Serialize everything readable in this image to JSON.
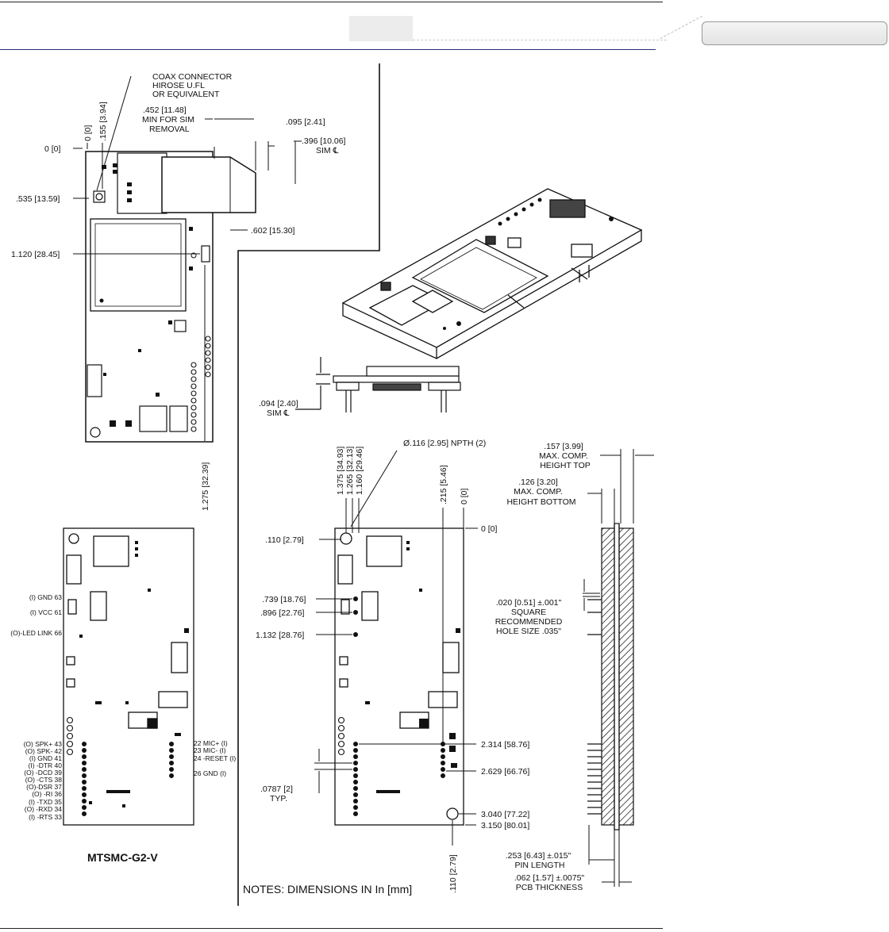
{
  "drawing": {
    "title": "MTSMC-G2-V",
    "notes": "NOTES: DIMENSIONS IN In [mm]",
    "coax_label": [
      "COAX CONNECTOR",
      "HIROSE U.FL",
      "OR EQUIVALENT"
    ],
    "sim_removal": [
      ".452 [11.48]",
      "MIN FOR SIM",
      "REMOVAL"
    ],
    "top_view": {
      "dim_0_left": "0 [0]",
      "dim_535": ".535 [13.59]",
      "dim_1120": "1.120 [28.45]",
      "dim_0_vert": "0 [0]",
      "dim_155": ".155 [3.94]",
      "dim_095": ".095 [2.41]",
      "dim_396": ".396 [10.06]",
      "sim_cl_1": "SIM ℄",
      "dim_602": ".602 [15.30]",
      "dim_1275": "1.275 [32.39]"
    },
    "side_view": {
      "dim_094": ".094 [2.40]",
      "sim_cl_2": "SIM ℄"
    },
    "bottom_view": {
      "npth": "Ø.116 [2.95] NPTH (2)",
      "top_dims": [
        "1.375 [34.93]",
        "1.265 [32.13]",
        "1.160 [29.46]",
        ".215 [5.46]",
        "0 [0]"
      ],
      "dim_0_right": "0 [0]",
      "dim_110": ".110 [2.79]",
      "dim_739": ".739 [18.76]",
      "dim_896": ".896 [22.76]",
      "dim_1132": "1.132 [28.76]",
      "dim_2314": "2.314 [58.76]",
      "dim_2629": "2.629 [66.76]",
      "dim_3040": "3.040 [77.22]",
      "dim_3150": "3.150 [80.01]",
      "dim_110_bottom": ".110 [2.79]",
      "pitch": [
        ".0787 [2]",
        "TYP."
      ]
    },
    "pin_labels_left": [
      "(I) GND  63",
      "(I) VCC  61",
      "(O)-LED LINK  66",
      "(O) SPK+  43",
      "(O) SPK-  42",
      "(I) GND  41",
      "(I) -DTR  40",
      "(O) -DCD  39",
      "(O) -CTS  38",
      "(O)-DSR  37",
      "(O) -RI  36",
      "(I) -TXD  35",
      "(O) -RXD  34",
      "(I) -RTS  33"
    ],
    "pin_labels_right": [
      "22  MIC+ (I)",
      "23  MIC- (I)",
      "24  -RESET (I)",
      "26  GND (I)"
    ],
    "edge_view": {
      "max_top": [
        ".157 [3.99]",
        "MAX. COMP.",
        "HEIGHT TOP"
      ],
      "max_bottom": [
        ".126 [3.20]",
        "MAX. COMP.",
        "HEIGHT BOTTOM"
      ],
      "hole": [
        ".020 [0.51] ±.001\"",
        "SQUARE",
        "RECOMMENDED",
        "HOLE SIZE .035\""
      ],
      "pin_length": [
        ".253 [6.43]  ±.015\"",
        "PIN LENGTH"
      ],
      "pcb_thickness": [
        ".062 [1.57]  ±.0075\"",
        "PCB THICKNESS"
      ]
    }
  }
}
